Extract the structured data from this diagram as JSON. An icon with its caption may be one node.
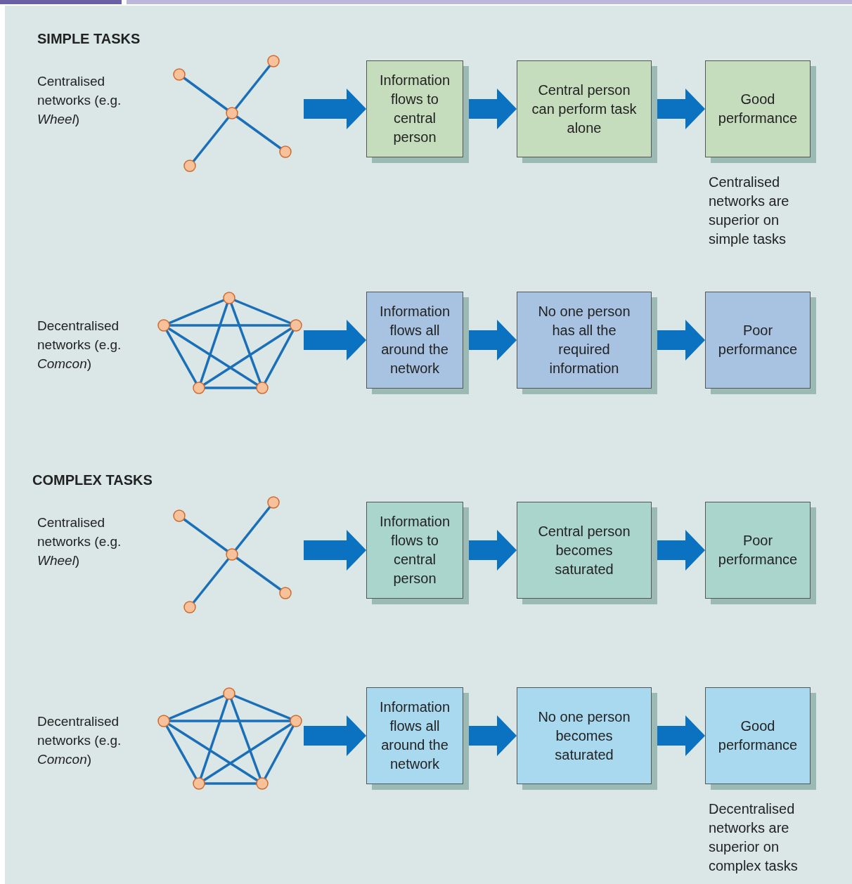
{
  "diagram": {
    "nodes": [
      {
        "text": [],
        "shape": "picture",
        "beside": [
          "Centralised networks (e.g. *Wheel*)"
        ]
      },
      {
        "text": [
          "Information flows to central person"
        ]
      },
      {
        "text": [
          "Central person can perform task alone"
        ]
      },
      {
        "text": [
          "Good performance"
        ],
        "beside": [
          "Centralised networks are superior on simple tasks"
        ]
      },
      {
        "text": [],
        "shape": "picture",
        "beside": [
          "Decentralised networks (e.g. *Comcon*)"
        ]
      },
      {
        "text": [
          "Information flows all around the network"
        ]
      },
      {
        "text": [
          "No one person has all the required information"
        ]
      },
      {
        "text": [
          "Poor performance"
        ]
      },
      {
        "text": [],
        "shape": "picture",
        "beside": [
          "Centralised networks (e.g. *Wheel*)"
        ]
      },
      {
        "text": [
          "Information flows to central person"
        ]
      },
      {
        "text": [
          "Central person becomes saturated"
        ]
      },
      {
        "text": [
          "Poor performance"
        ]
      },
      {
        "text": [],
        "shape": "picture",
        "beside": [
          "Decentralised networks (e.g. *Comcon*)"
        ]
      },
      {
        "text": [
          "Information flows all around the network"
        ]
      },
      {
        "text": [
          "No one person becomes saturated"
        ]
      },
      {
        "text": [
          "Good performance"
        ],
        "beside": [
          "Decentralised networks are superior on complex tasks"
        ]
      }
    ],
    "edges": [
      {
        "from": 0,
        "to": 1,
        "arrow": "to"
      },
      {
        "from": 1,
        "to": 2,
        "arrow": "to"
      },
      {
        "from": 2,
        "to": 3,
        "arrow": "to"
      },
      {
        "from": 4,
        "to": 5,
        "arrow": "to"
      },
      {
        "from": 5,
        "to": 6,
        "arrow": "to"
      },
      {
        "from": 6,
        "to": 7,
        "arrow": "to"
      },
      {
        "from": 8,
        "to": 9,
        "arrow": "to"
      },
      {
        "from": 9,
        "to": 10,
        "arrow": "to"
      },
      {
        "from": 10,
        "to": 11,
        "arrow": "to"
      },
      {
        "from": 12,
        "to": 13,
        "arrow": "to"
      },
      {
        "from": 13,
        "to": 14,
        "arrow": "to"
      },
      {
        "from": 14,
        "to": 15,
        "arrow": "to"
      }
    ],
    "labels": [
      "SIMPLE TASKS",
      "COMPLEX TASKS"
    ]
  }
}
